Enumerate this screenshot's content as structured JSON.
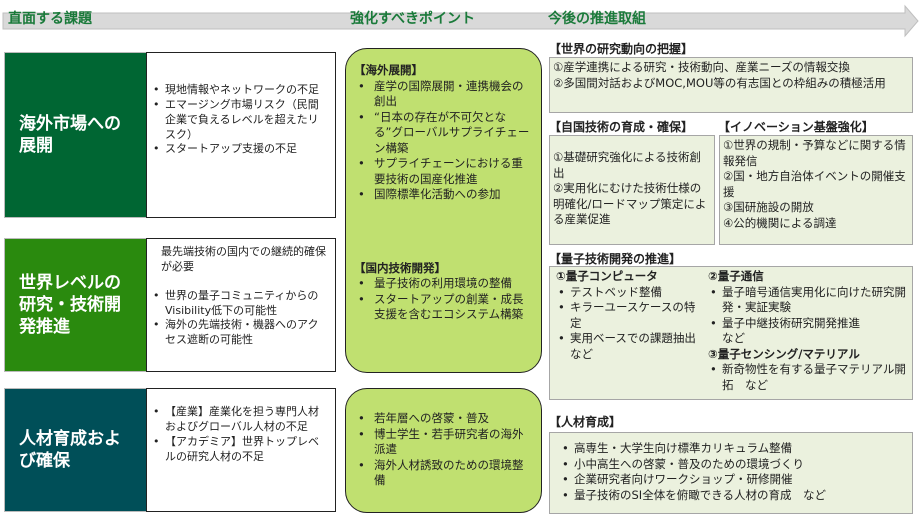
{
  "header": {
    "col1": "直面する課題",
    "col2": "強化すべきポイント",
    "col3": "今後の推進取組"
  },
  "rows": [
    {
      "category": "海外市場への展開",
      "color": "#006633",
      "issues": [
        "現地情報やネットワークの不足",
        "エマージング市場リスク（民間企業で負えるレベルを超えたリスク）",
        "スタートアップ支援の不足"
      ]
    },
    {
      "category": "世界レベルの研究・技術開発推進",
      "color": "#2a8a0e",
      "lead": "最先端技術の国内での継続的確保が必要",
      "issues": [
        "世界の量子コミュニティからのVisibility低下の可能性",
        "海外の先端技術・機器へのアクセス遮断の可能性"
      ]
    },
    {
      "category": "人材育成および確保",
      "color": "#004f58",
      "issues": [
        "【産業】産業化を担う専門人材およびグローバル人材の不足",
        "【アカデミア】世界トップレベルの研究人材の不足"
      ]
    }
  ],
  "points": {
    "overseas": {
      "title": "【海外展開】",
      "items": [
        "産学の国際展開・連携機会の創出",
        "“日本の存在が不可欠となる”グローバルサプライチェーン構築",
        "サプライチェーンにおける重要技術の国産化推進",
        "国際標準化活動への参加"
      ]
    },
    "domestic": {
      "title": "【国内技術開発】",
      "items": [
        "量子技術の利用環境の整備",
        "スタートアップの創業・成長支援を含むエコシステム構築"
      ]
    },
    "talent": {
      "items": [
        "若年層への啓蒙・普及",
        "博士学生・若手研究者の海外派遣",
        "海外人材誘致のための環境整備"
      ]
    }
  },
  "actions": {
    "trends": {
      "title": "【世界の研究動向の把握】",
      "items": [
        "①産学連携による研究・技術動向、産業ニーズの情報交換",
        "②多国間対話およびMOC,MOU等の有志国との枠組みの積極活用"
      ]
    },
    "own_tech": {
      "title": "【自国技術の育成・確保】",
      "items": [
        "①基礎研究強化による技術創出",
        "②実用化にむけた技術仕様の明確化/ロードマップ策定による産業促進"
      ]
    },
    "innovation": {
      "title": "【イノベーション基盤強化】",
      "items": [
        "①世界の規制・予算などに関する情報発信",
        "②国・地方自治体イベントの開催支援",
        "③国研施設の開放",
        "④公的機関による調達"
      ]
    },
    "quantum": {
      "title": "【量子技術開発の推進】",
      "computer": {
        "title": "①量子コンピュータ",
        "items": [
          "テストベッド整備",
          "キラーユースケースの特定",
          "実用ベースでの課題抽出"
        ],
        "suffix": "など"
      },
      "comm": {
        "title": "②量子通信",
        "items": [
          "量子暗号通信実用化に向けた研究開発・実証実験",
          "量子中継技術研究開発推進"
        ],
        "suffix": "など"
      },
      "sensing": {
        "title": "③量子センシング/マテリアル",
        "items": [
          "新奇物性を有する量子マテリアル開拓　など"
        ]
      }
    },
    "hr": {
      "title": "【人材育成】",
      "items": [
        "高専生・大学生向け標準カリキュラム整備",
        "小中高生への啓蒙・普及のための環境づくり",
        "企業研究者向けワークショップ・研修開催",
        "量子技術のSI全体を俯瞰できる人材の育成　など"
      ]
    }
  }
}
